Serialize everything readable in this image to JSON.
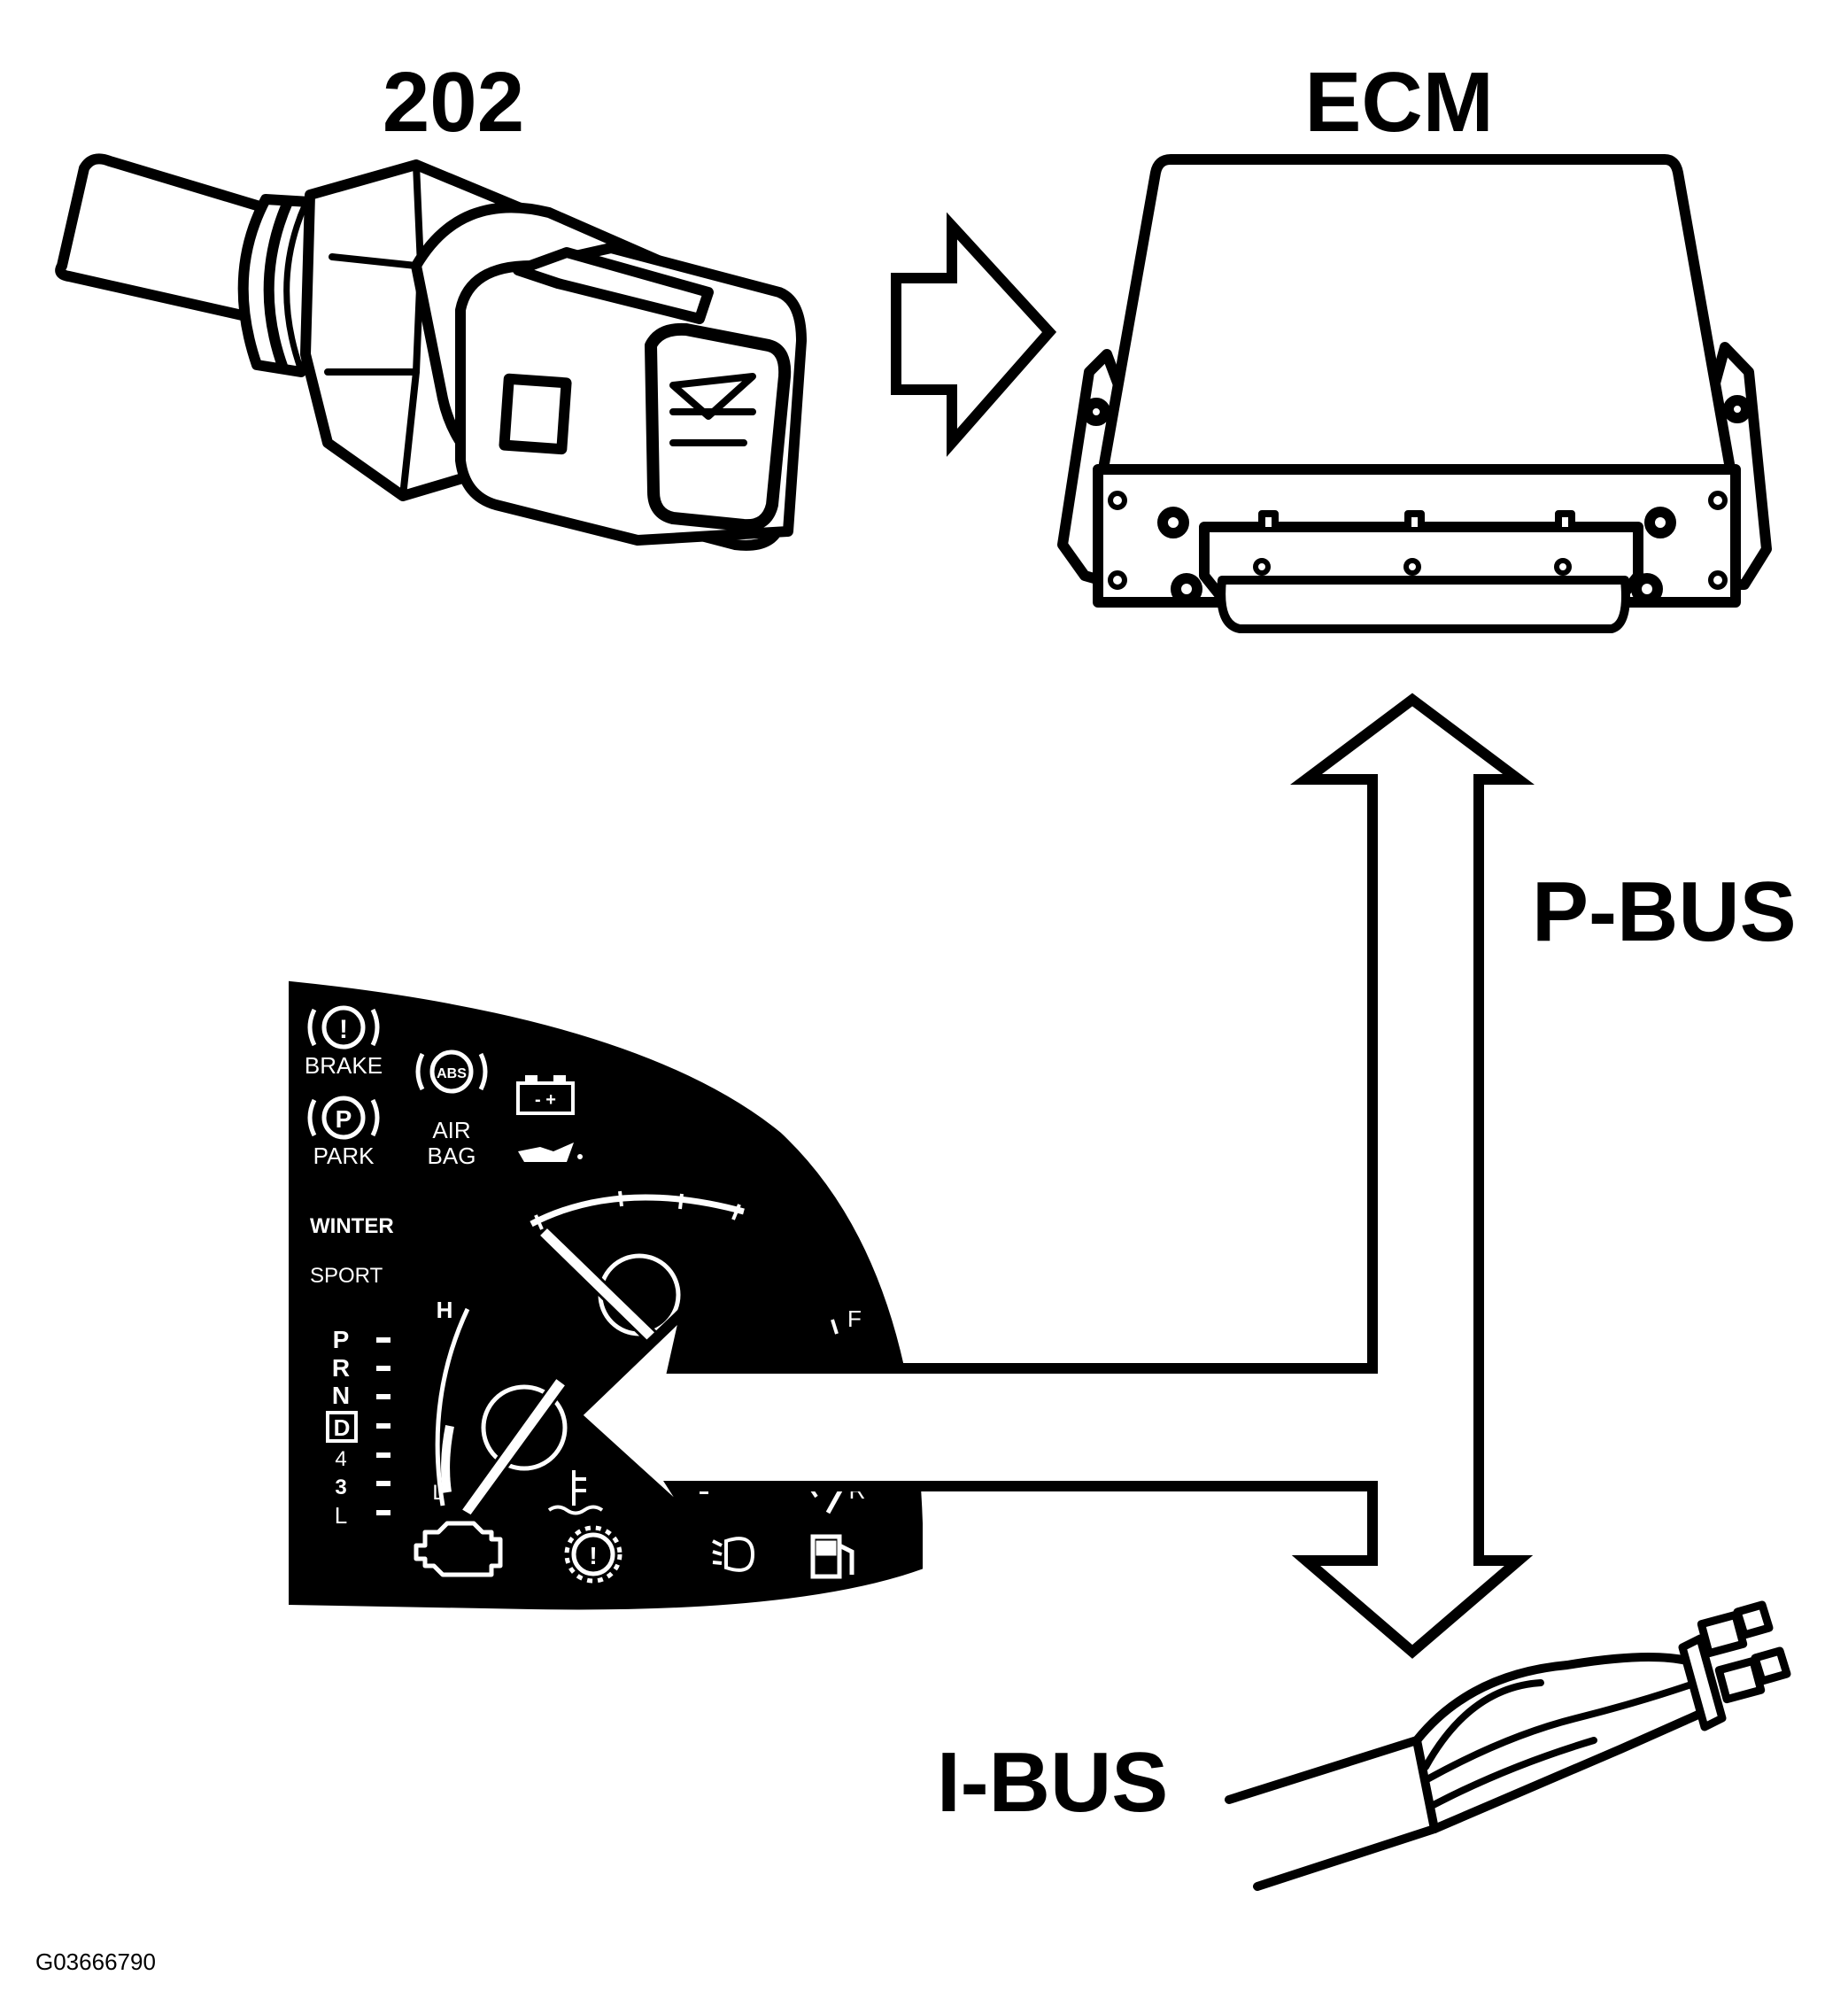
{
  "labels": {
    "sensor": "202",
    "ecm": "ECM",
    "pbus": "P-BUS",
    "ibus": "I-BUS",
    "figure_id": "G03666790"
  },
  "cluster": {
    "warnings": {
      "brake": "BRAKE",
      "park": "PARK",
      "air": "AIR",
      "bag": "BAG",
      "abs": "ABS",
      "battery": "- +"
    },
    "modes": {
      "winter": "WINTER",
      "sport": "SPORT"
    },
    "gears": [
      "P",
      "R",
      "N",
      "D",
      "4",
      "3",
      "L"
    ],
    "temp_gauge": {
      "high": "H",
      "low": "L"
    },
    "fuel_gauge": {
      "full": "F",
      "reserve": "R"
    },
    "glyphs": {
      "warning": "!",
      "park": "P"
    }
  },
  "colors": {
    "ink": "#000000",
    "paper": "#ffffff"
  }
}
